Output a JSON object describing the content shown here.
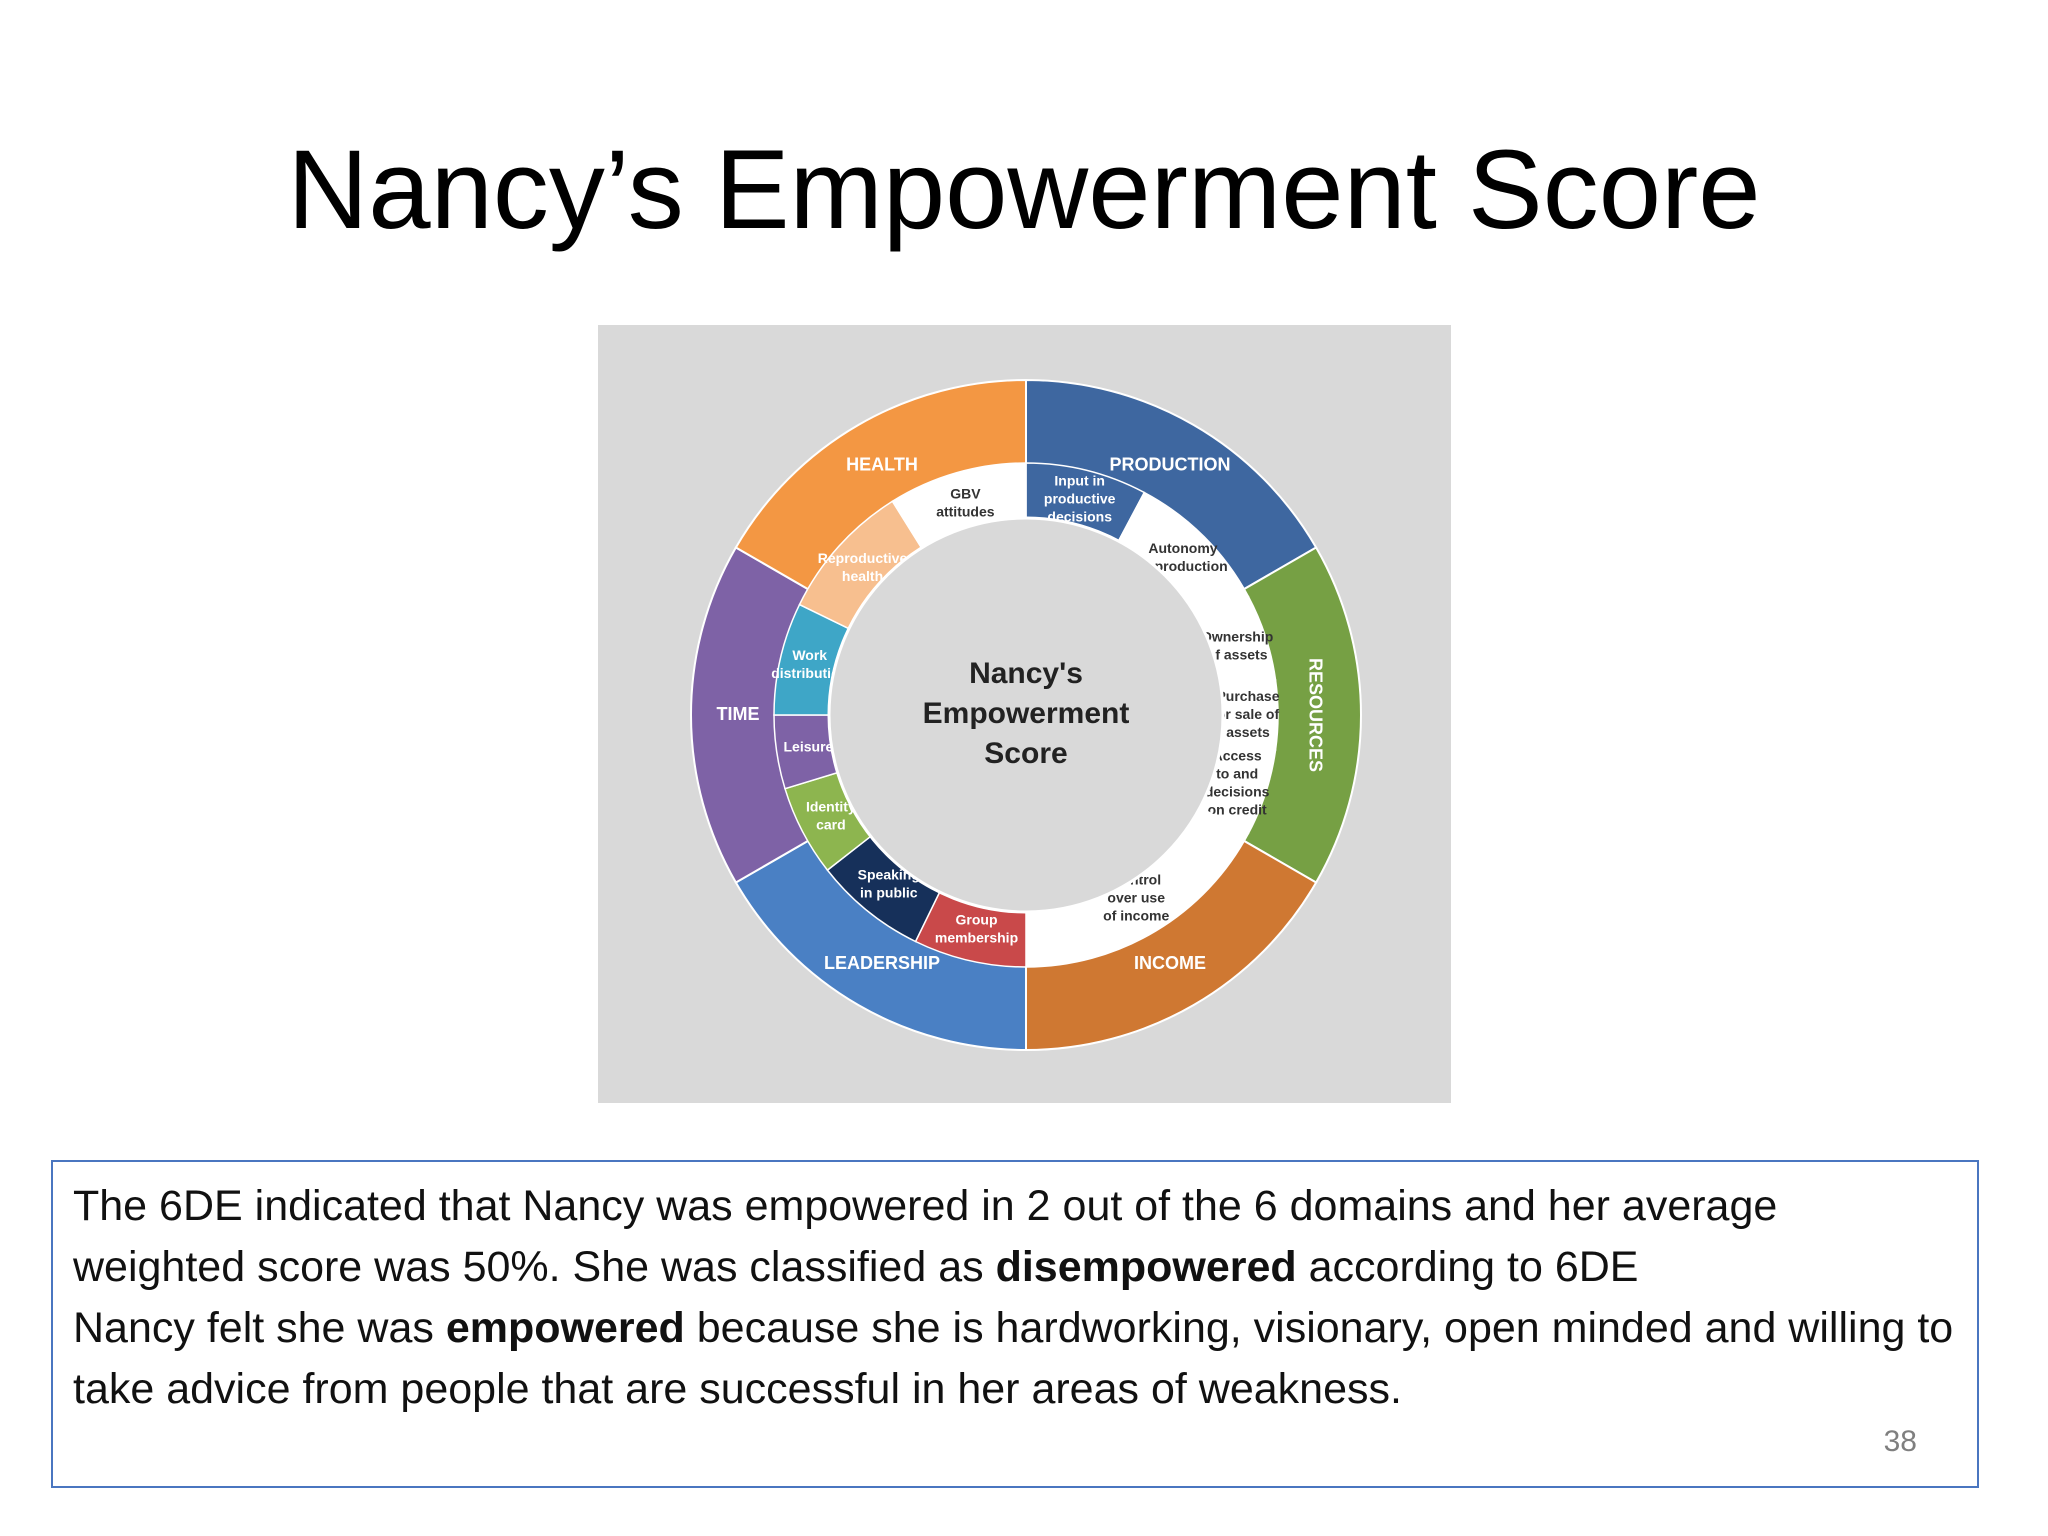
{
  "slide": {
    "title": "Nancy’s Empowerment Score",
    "page_number": "38"
  },
  "diagram": {
    "center_label": [
      "Nancy's",
      "Empowerment",
      "Score"
    ],
    "domains": [
      {
        "name": "PRODUCTION",
        "color": "#3e67a0"
      },
      {
        "name": "RESOURCES",
        "color": "#76a044"
      },
      {
        "name": "INCOME",
        "color": "#cf7832"
      },
      {
        "name": "LEADERSHIP",
        "color": "#4a80c4"
      },
      {
        "name": "TIME",
        "color": "#7e62a6"
      },
      {
        "name": "HEALTH",
        "color": "#f39743"
      }
    ],
    "indicators": [
      {
        "label": [
          "Input in",
          "productive",
          "decisions"
        ],
        "color": "#3e67a0"
      },
      {
        "label": [
          "Autonomy",
          "in production"
        ],
        "color": "#ffffff"
      },
      {
        "label": [
          "Ownership",
          "of assets"
        ],
        "color": "#ffffff"
      },
      {
        "label": [
          "Purchase",
          "or sale of",
          "assets"
        ],
        "color": "#ffffff"
      },
      {
        "label": [
          "Access",
          "to and",
          "decisions",
          "on credit"
        ],
        "color": "#ffffff"
      },
      {
        "label": [
          "Control",
          "over use",
          "of income"
        ],
        "color": "#ffffff"
      },
      {
        "label": [
          "Group",
          "membership"
        ],
        "color": "#c9494a"
      },
      {
        "label": [
          "Speaking",
          "in public"
        ],
        "color": "#16305a"
      },
      {
        "label": [
          "Identity",
          "card"
        ],
        "color": "#8db54f"
      },
      {
        "label": [
          "Leisure"
        ],
        "color": "#7e62a6"
      },
      {
        "label": [
          "Work",
          "distribution"
        ],
        "color": "#3ea6c7"
      },
      {
        "label": [
          "Reproductive",
          "health"
        ],
        "color": "#f7bf8f"
      },
      {
        "label": [
          "GBV",
          "attitudes"
        ],
        "color": "#ffffff"
      }
    ]
  },
  "summary": {
    "line1": "The 6DE indicated that  Nancy was empowered in 2  out of the 6 domains and her average weighted score was 50%. She was classified as ",
    "line1_bold": "disempowered",
    "line1_end": " according to 6DE",
    "line2": "Nancy felt she was ",
    "line2_bold": "empowered",
    "line2_end": "  because she is hardworking, visionary, open minded and willing to take advice from people that are successful in her areas of weakness."
  }
}
